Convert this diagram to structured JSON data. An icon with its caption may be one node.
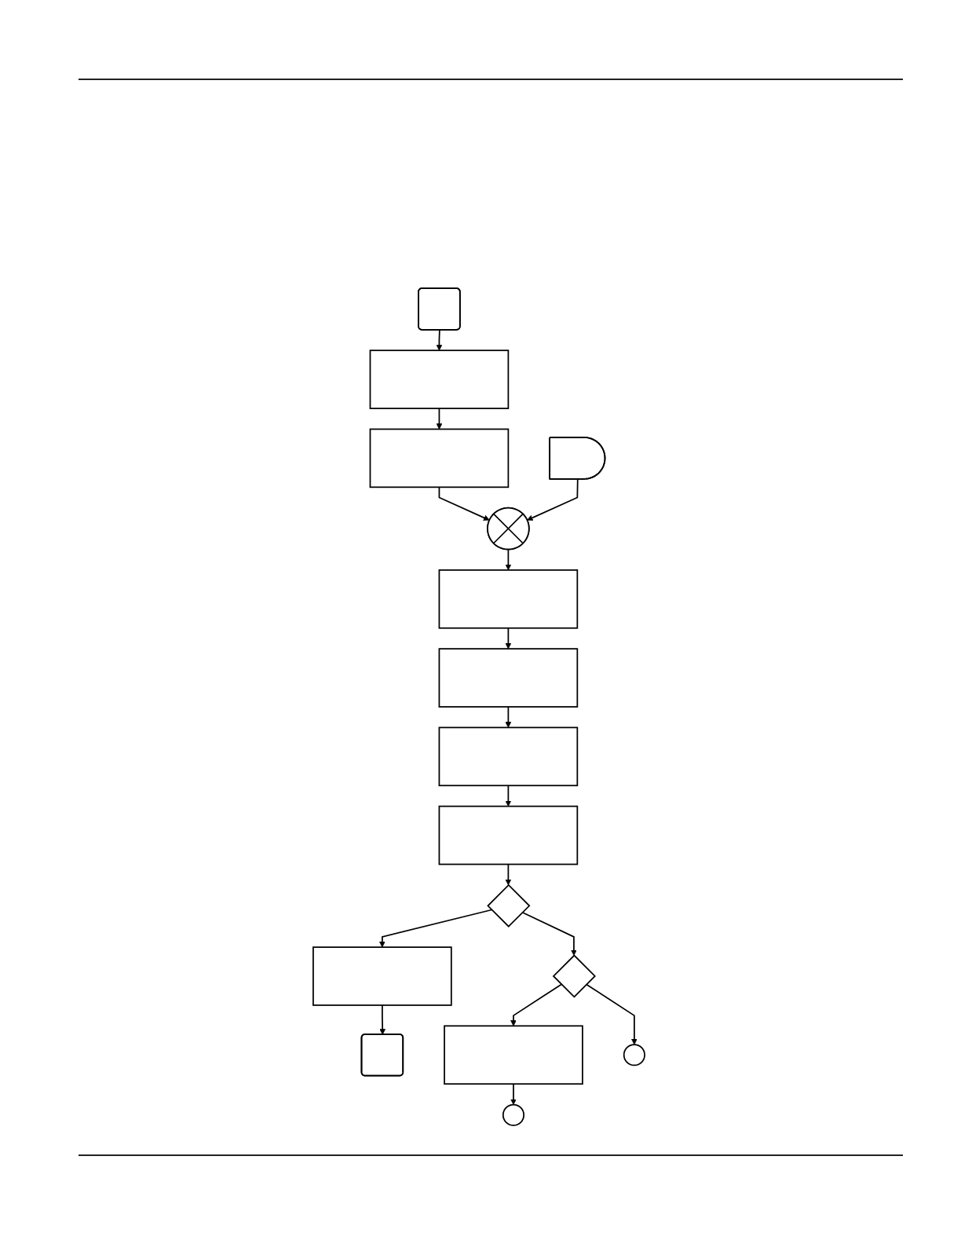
{
  "diagram": {
    "nodes": [
      {
        "text": [],
        "shape": "terminal"
      },
      {
        "text": [],
        "shape": "box"
      },
      {
        "text": [],
        "shape": "box"
      },
      {
        "text": [],
        "shape": "delay"
      },
      {
        "text": [],
        "shape": "junction"
      },
      {
        "text": [],
        "shape": "box"
      },
      {
        "text": [],
        "shape": "box"
      },
      {
        "text": [],
        "shape": "box"
      },
      {
        "text": [],
        "shape": "box"
      },
      {
        "text": [],
        "shape": "diamond"
      },
      {
        "text": [],
        "shape": "box"
      },
      {
        "text": [],
        "shape": "terminal"
      },
      {
        "text": [],
        "shape": "diamond"
      },
      {
        "text": [],
        "shape": "box"
      },
      {
        "text": [],
        "shape": "circle"
      },
      {
        "text": [],
        "shape": "circle"
      }
    ],
    "edges": [
      {
        "from": 0,
        "to": 1,
        "arrow": "to"
      },
      {
        "from": 1,
        "to": 2,
        "arrow": "to"
      },
      {
        "from": 2,
        "to": 4,
        "arrow": "to"
      },
      {
        "from": 3,
        "to": 4,
        "arrow": "to"
      },
      {
        "from": 4,
        "to": 5,
        "arrow": "to"
      },
      {
        "from": 5,
        "to": 6,
        "arrow": "to"
      },
      {
        "from": 6,
        "to": 7,
        "arrow": "to"
      },
      {
        "from": 7,
        "to": 8,
        "arrow": "to"
      },
      {
        "from": 8,
        "to": 9,
        "arrow": "to"
      },
      {
        "from": 9,
        "to": 10,
        "arrow": "to"
      },
      {
        "from": 9,
        "to": 12,
        "arrow": "to"
      },
      {
        "from": 10,
        "to": 11,
        "arrow": "to"
      },
      {
        "from": 12,
        "to": 13,
        "arrow": "to"
      },
      {
        "from": 12,
        "to": 14,
        "arrow": "to"
      },
      {
        "from": 13,
        "to": 15,
        "arrow": "to"
      }
    ]
  }
}
